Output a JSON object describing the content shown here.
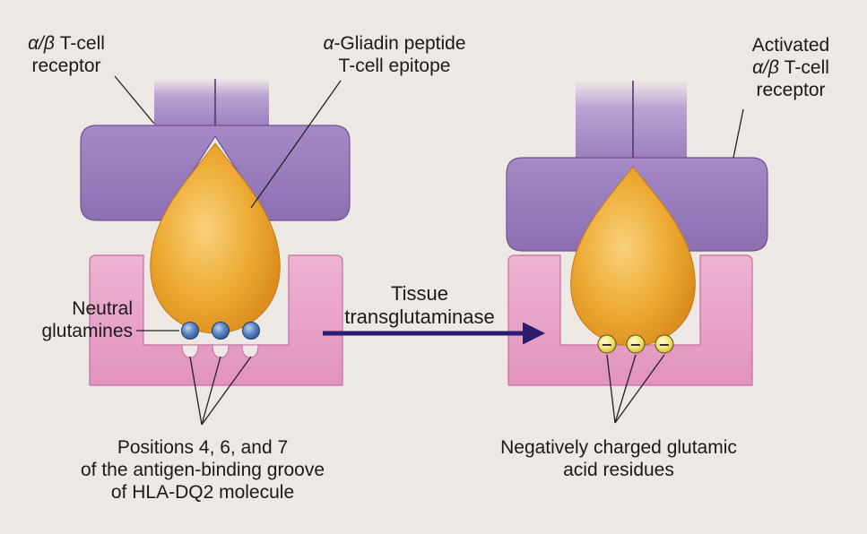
{
  "labels": {
    "tcr_left_1_greek": "α/β",
    "tcr_left_1_rest": " T-cell",
    "tcr_left_2": "receptor",
    "gliadin_1_greek": "α",
    "gliadin_1_rest": "-Gliadin peptide",
    "gliadin_2": "T-cell epitope",
    "activated_1": "Activated",
    "activated_2_greek": "α/β",
    "activated_2_rest": " T-cell",
    "activated_3": "receptor",
    "neutral_1": "Neutral",
    "neutral_2": "glutamines",
    "tissue_1": "Tissue",
    "tissue_2": "transglutaminase",
    "positions_1": "Positions 4, 6, and 7",
    "positions_2": "of the antigen-binding groove",
    "positions_3": "of HLA-DQ2 molecule",
    "negative_1": "Negatively charged glutamic",
    "negative_2": "acid residues"
  },
  "charge_symbol": "−",
  "colors": {
    "background": "#ede8e4",
    "receptor_purple": "#9b7fbd",
    "receptor_purple_dark": "#6e5290",
    "groove_pink": "#e8a6c8",
    "groove_pink_dark": "#c36f9d",
    "peptide_gold": "#e8a22a",
    "peptide_highlight": "#f7cf73",
    "neutral_bead": "#5b86c2",
    "negative_bead": "#f3e26a",
    "arrow": "#2a1c6e"
  }
}
